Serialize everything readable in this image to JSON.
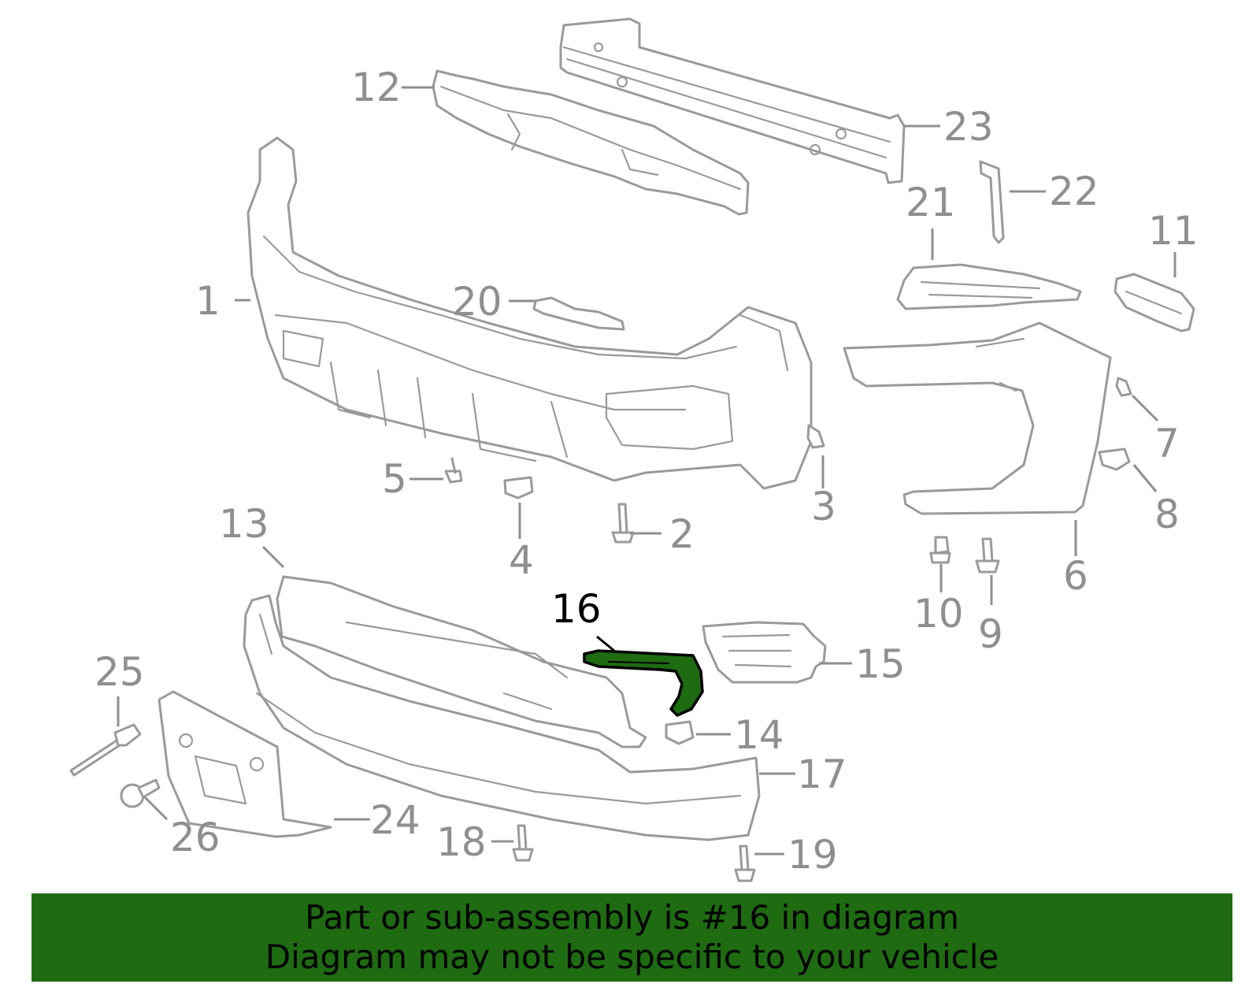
{
  "diagram": {
    "highlighted_part": "16",
    "callouts": {
      "c1": "1",
      "c2": "2",
      "c3": "3",
      "c4": "4",
      "c5": "5",
      "c6": "6",
      "c7": "7",
      "c8": "8",
      "c9": "9",
      "c10": "10",
      "c11": "11",
      "c12": "12",
      "c13": "13",
      "c14": "14",
      "c15": "15",
      "c16": "16",
      "c17": "17",
      "c18": "18",
      "c19": "19",
      "c20": "20",
      "c21": "21",
      "c22": "22",
      "c23": "23",
      "c24": "24",
      "c25": "25",
      "c26": "26"
    },
    "colors": {
      "line": "#9a9a9a",
      "highlight_fill": "#1e6b12",
      "banner": "#1e6b12"
    }
  },
  "caption": {
    "line1": "Part or sub-assembly is #16 in diagram",
    "line2": "Diagram may not be specific to your vehicle"
  }
}
